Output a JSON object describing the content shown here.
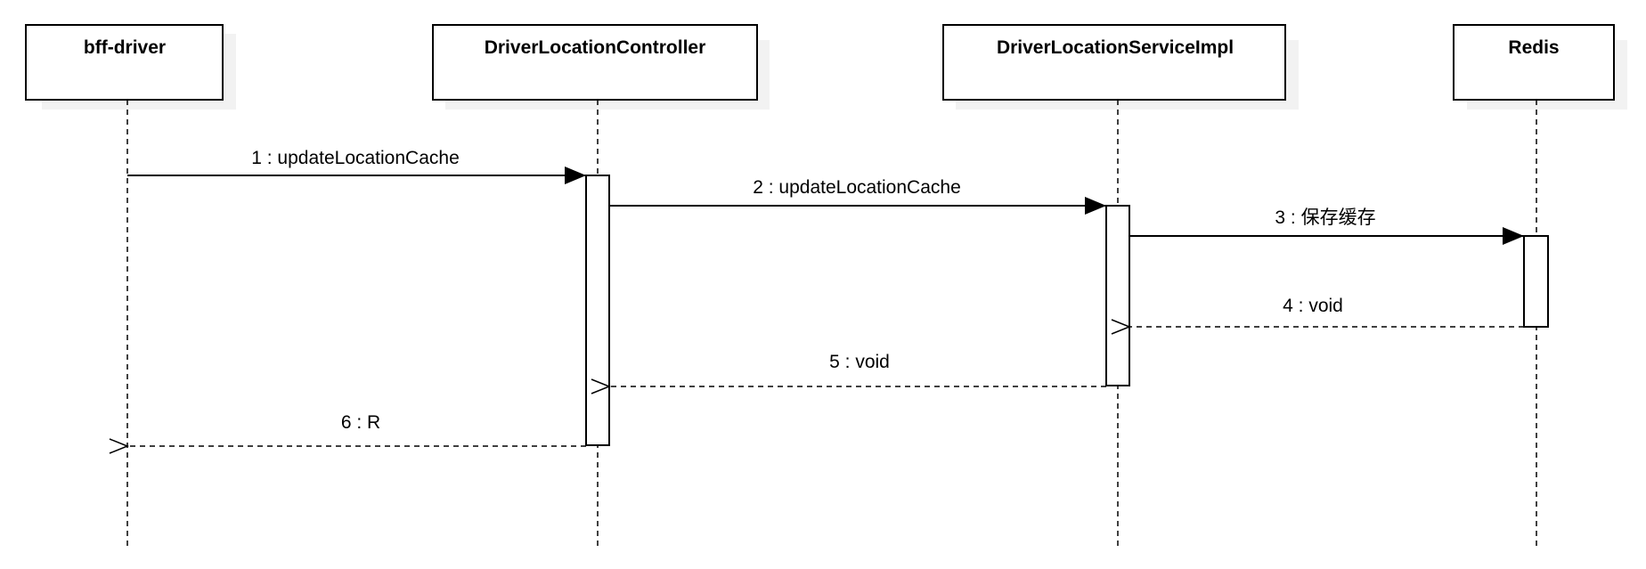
{
  "diagram": {
    "type": "sequence",
    "participants": [
      {
        "id": "p1",
        "label": "bff-driver"
      },
      {
        "id": "p2",
        "label": "DriverLocationController"
      },
      {
        "id": "p3",
        "label": "DriverLocationServiceImpl"
      },
      {
        "id": "p4",
        "label": "Redis"
      }
    ],
    "messages": [
      {
        "id": "m1",
        "from": "p1",
        "to": "p2",
        "label": "1 : updateLocationCache",
        "kind": "call"
      },
      {
        "id": "m2",
        "from": "p2",
        "to": "p3",
        "label": "2 : updateLocationCache",
        "kind": "call"
      },
      {
        "id": "m3",
        "from": "p3",
        "to": "p4",
        "label": "3 : 保存缓存",
        "kind": "call"
      },
      {
        "id": "m4",
        "from": "p4",
        "to": "p3",
        "label": "4 : void",
        "kind": "return"
      },
      {
        "id": "m5",
        "from": "p3",
        "to": "p2",
        "label": "5 : void",
        "kind": "return"
      },
      {
        "id": "m6",
        "from": "p2",
        "to": "p1",
        "label": "6 : R",
        "kind": "return"
      }
    ]
  },
  "colors": {
    "line": "#000000",
    "box_fill": "#ffffff",
    "shadow": "#f2f2f2",
    "background": "#ffffff"
  }
}
